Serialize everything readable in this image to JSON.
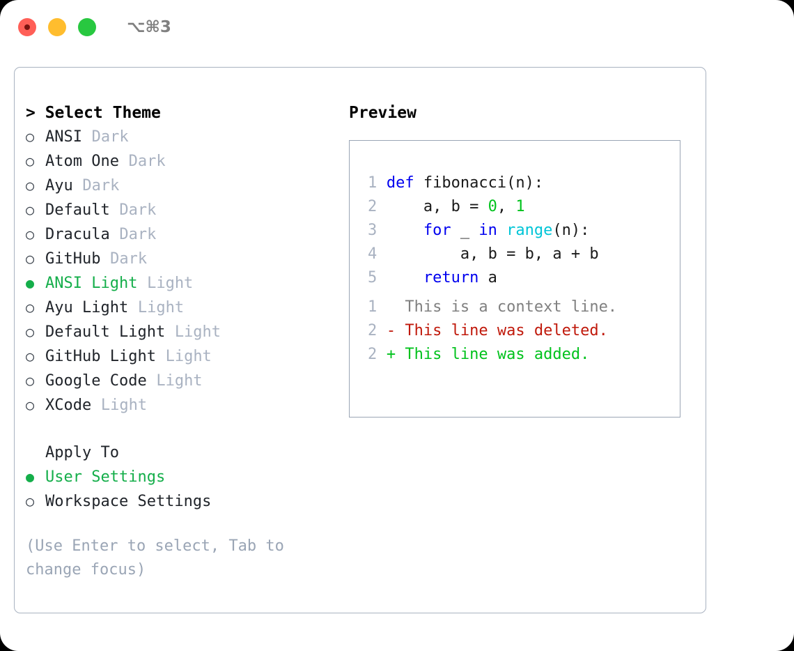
{
  "titlebar": {
    "shortcut": "⌥⌘3",
    "lights": [
      "close",
      "minimize",
      "maximize"
    ]
  },
  "theme_picker": {
    "header": "> Select Theme",
    "bullet_selected": "●",
    "bullet_unselected": "○",
    "options": [
      {
        "name": "ANSI",
        "variant": "Dark",
        "selected": false
      },
      {
        "name": "Atom One",
        "variant": "Dark",
        "selected": false
      },
      {
        "name": "Ayu",
        "variant": "Dark",
        "selected": false
      },
      {
        "name": "Default",
        "variant": "Dark",
        "selected": false
      },
      {
        "name": "Dracula",
        "variant": "Dark",
        "selected": false
      },
      {
        "name": "GitHub",
        "variant": "Dark",
        "selected": false
      },
      {
        "name": "ANSI Light",
        "variant": "Light",
        "selected": true
      },
      {
        "name": "Ayu Light",
        "variant": "Light",
        "selected": false
      },
      {
        "name": "Default Light",
        "variant": "Light",
        "selected": false
      },
      {
        "name": "GitHub Light",
        "variant": "Light",
        "selected": false
      },
      {
        "name": "Google Code",
        "variant": "Light",
        "selected": false
      },
      {
        "name": "XCode",
        "variant": "Light",
        "selected": false
      }
    ]
  },
  "apply_to": {
    "header": "Apply To",
    "options": [
      {
        "name": "User Settings",
        "selected": true
      },
      {
        "name": "Workspace Settings",
        "selected": false
      }
    ]
  },
  "hint": "(Use Enter to select, Tab to change focus)",
  "preview": {
    "title": "Preview",
    "code_lines": [
      {
        "no": "1",
        "tokens": [
          {
            "t": "def",
            "c": "kw"
          },
          {
            "t": " ",
            "c": "id"
          },
          {
            "t": "fibonacci(n):",
            "c": "id"
          }
        ]
      },
      {
        "no": "2",
        "tokens": [
          {
            "t": "    a, b = ",
            "c": "id"
          },
          {
            "t": "0",
            "c": "num"
          },
          {
            "t": ", ",
            "c": "id"
          },
          {
            "t": "1",
            "c": "num"
          }
        ]
      },
      {
        "no": "3",
        "tokens": [
          {
            "t": "    ",
            "c": "id"
          },
          {
            "t": "for",
            "c": "kw"
          },
          {
            "t": " _ ",
            "c": "id"
          },
          {
            "t": "in",
            "c": "kw"
          },
          {
            "t": " ",
            "c": "id"
          },
          {
            "t": "range",
            "c": "fn"
          },
          {
            "t": "(n):",
            "c": "id"
          }
        ]
      },
      {
        "no": "4",
        "tokens": [
          {
            "t": "        a, b = b, a + b",
            "c": "id"
          }
        ]
      },
      {
        "no": "5",
        "tokens": [
          {
            "t": "    ",
            "c": "id"
          },
          {
            "t": "return",
            "c": "kw"
          },
          {
            "t": " a",
            "c": "id"
          }
        ]
      }
    ],
    "diff_lines": [
      {
        "no": "1",
        "marker": " ",
        "text": " This is a context line.",
        "kind": "context"
      },
      {
        "no": "2",
        "marker": "-",
        "text": " This line was deleted.",
        "kind": "deleted"
      },
      {
        "no": "2",
        "marker": "+",
        "text": " This line was added.",
        "kind": "added"
      }
    ]
  },
  "colors": {
    "accent_green": "#14ae4a",
    "muted": "#a9b2c1",
    "keyword_blue": "#0000ef",
    "function_cyan": "#00c5d7",
    "number_green": "#00c21c",
    "diff_delete_red": "#c0190b",
    "diff_add_green": "#00c21c",
    "border": "#a8b2c0",
    "traffic_red": "#ff5f57",
    "traffic_yellow": "#ffbd2e",
    "traffic_green": "#28c840"
  }
}
